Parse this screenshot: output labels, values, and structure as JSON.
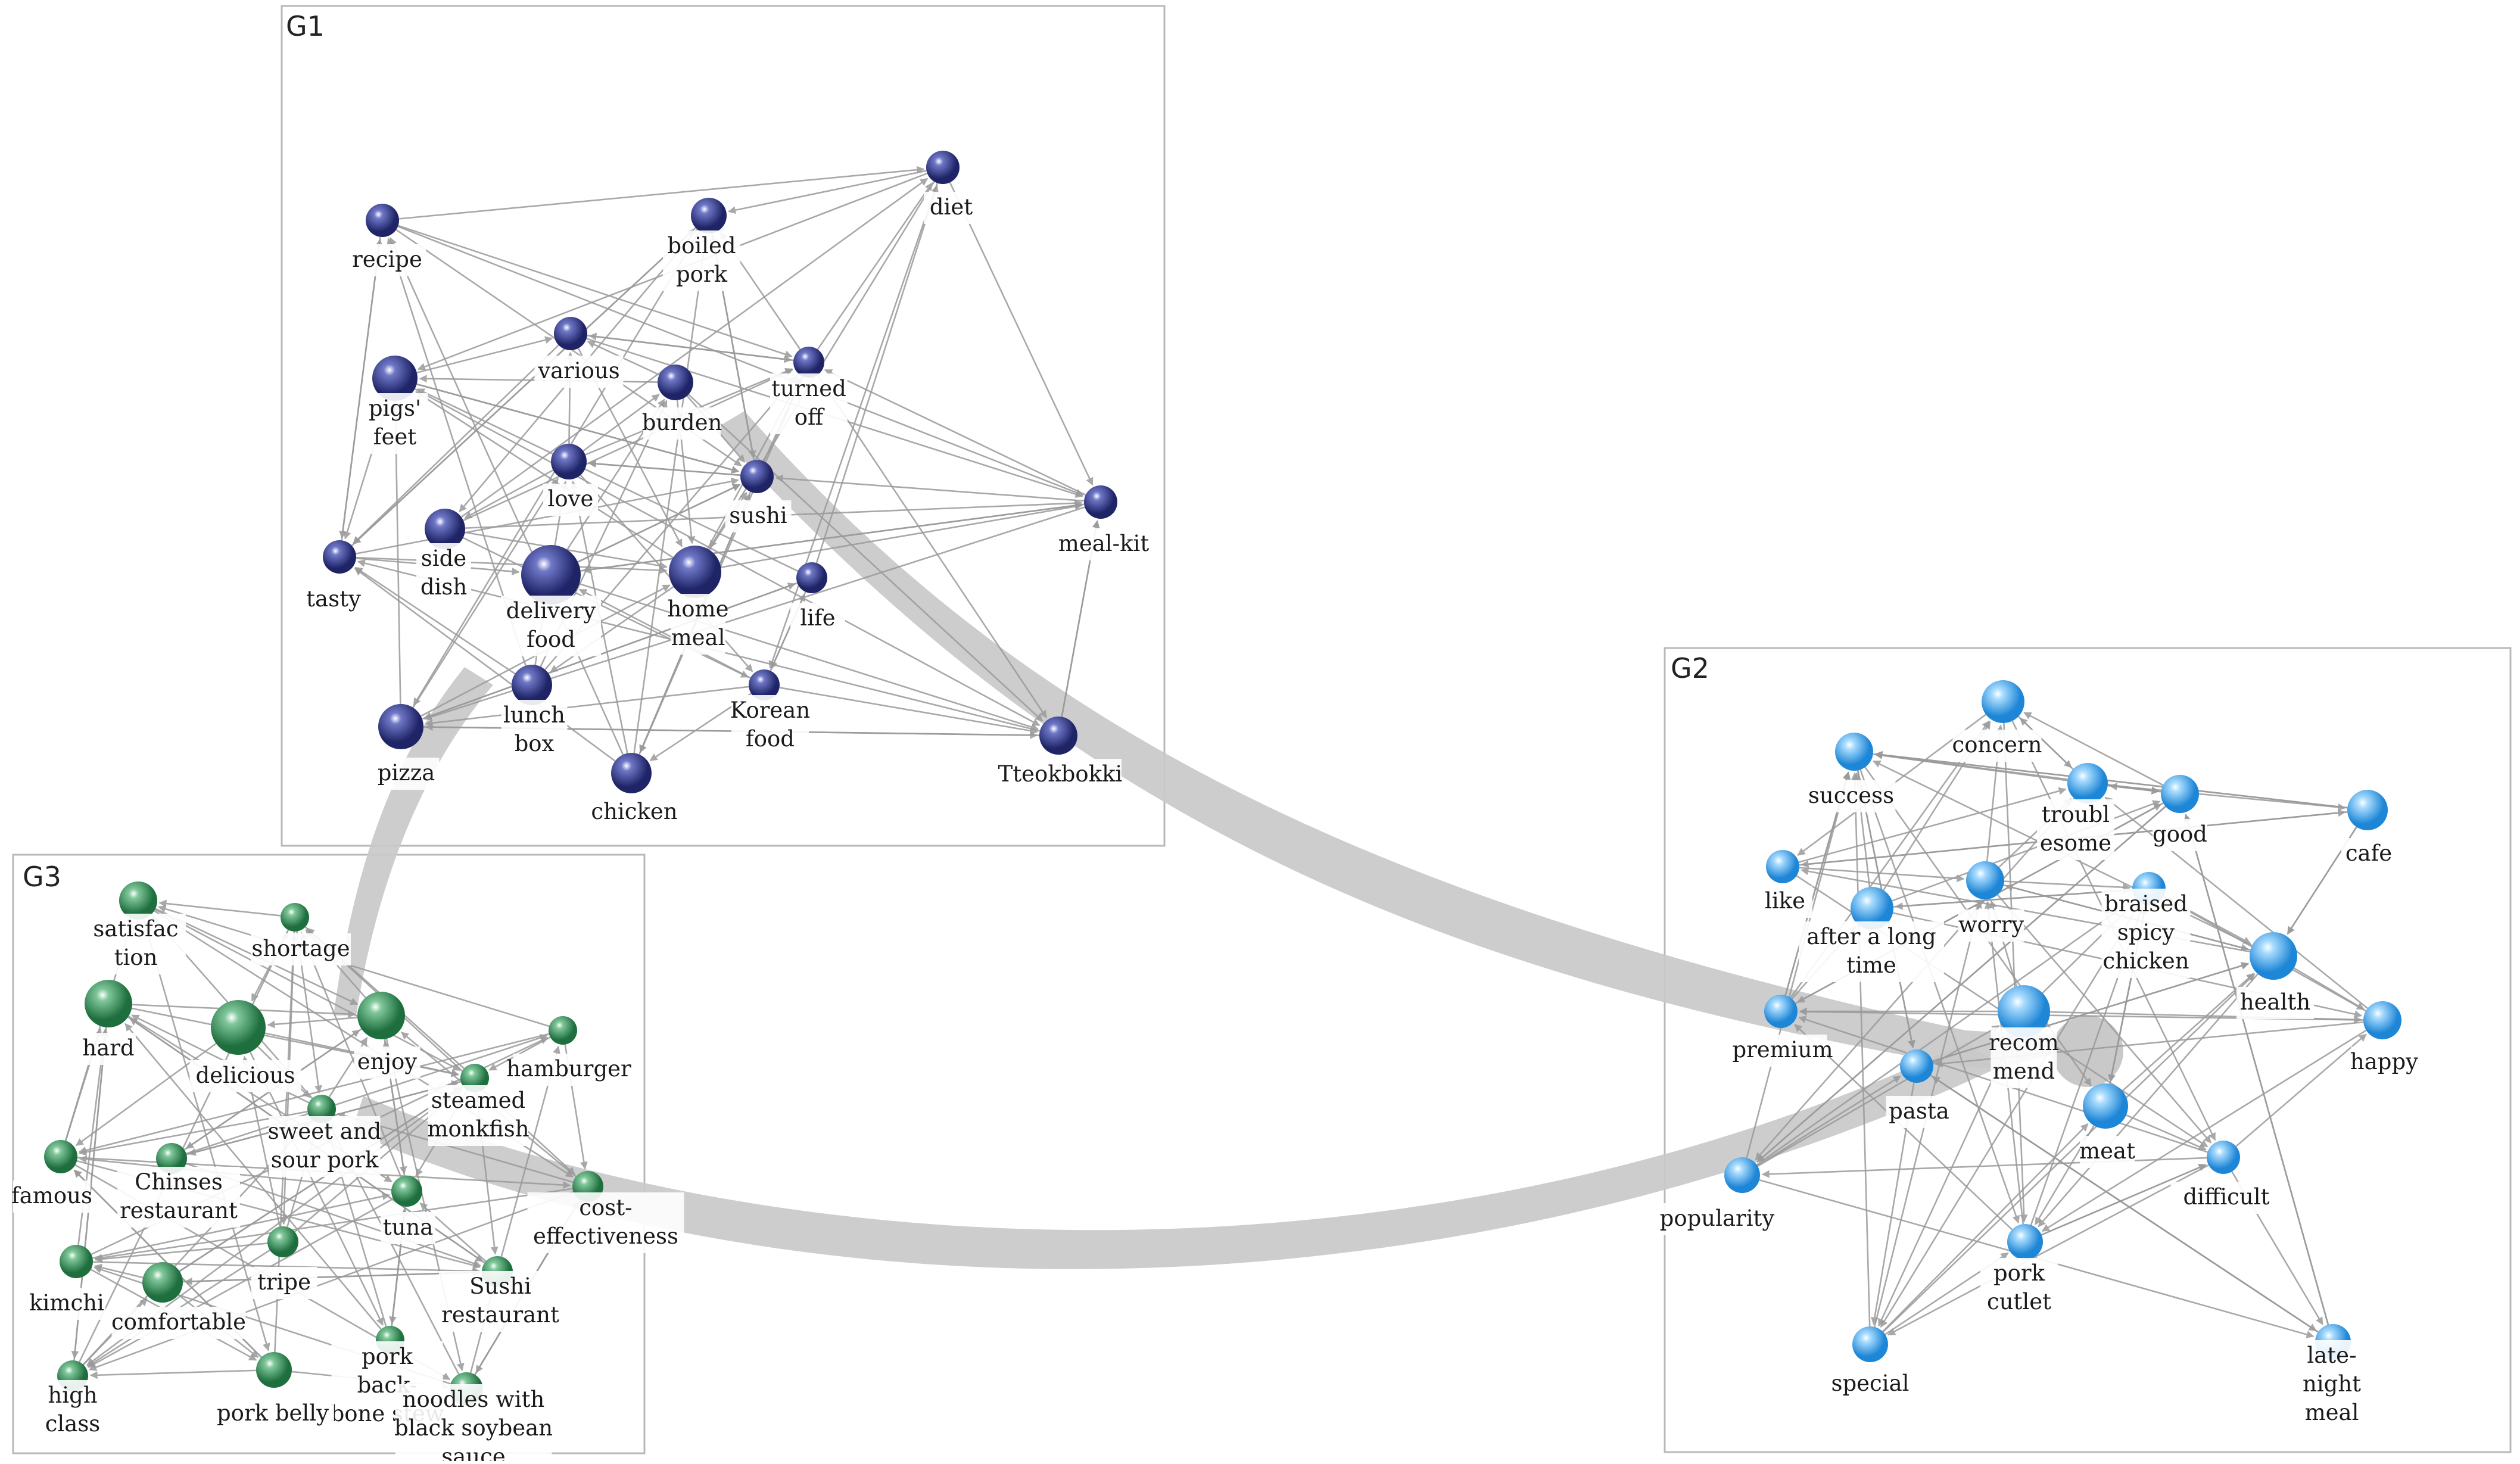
{
  "groups": [
    {
      "id": "G1",
      "label": "G1",
      "color": "#1f2466",
      "light": "#6f78c8"
    },
    {
      "id": "G2",
      "label": "G2",
      "color": "#1e86d6",
      "light": "#a9dcff"
    },
    {
      "id": "G3",
      "label": "G3",
      "color": "#1e6e3e",
      "light": "#7fc79a"
    }
  ],
  "nodes": [
    {
      "id": "recipe",
      "group": "G1",
      "label": [
        "recipe"
      ]
    },
    {
      "id": "boiled_pork",
      "group": "G1",
      "label": [
        "boiled",
        "pork"
      ]
    },
    {
      "id": "diet",
      "group": "G1",
      "label": [
        "diet"
      ]
    },
    {
      "id": "various",
      "group": "G1",
      "label": [
        "various"
      ]
    },
    {
      "id": "turned_off",
      "group": "G1",
      "label": [
        "turned",
        "off"
      ]
    },
    {
      "id": "pigs_feet",
      "group": "G1",
      "label": [
        "pigs'",
        "feet"
      ]
    },
    {
      "id": "burden",
      "group": "G1",
      "label": [
        "burden"
      ]
    },
    {
      "id": "love",
      "group": "G1",
      "label": [
        "love"
      ]
    },
    {
      "id": "sushi",
      "group": "G1",
      "label": [
        "sushi"
      ]
    },
    {
      "id": "meal_kit",
      "group": "G1",
      "label": [
        "meal-kit"
      ]
    },
    {
      "id": "side_dish",
      "group": "G1",
      "label": [
        "side",
        "dish"
      ]
    },
    {
      "id": "tasty",
      "group": "G1",
      "label": [
        "tasty"
      ]
    },
    {
      "id": "delivery_food",
      "group": "G1",
      "label": [
        "delivery",
        "food"
      ]
    },
    {
      "id": "home_meal",
      "group": "G1",
      "label": [
        "home",
        "meal"
      ]
    },
    {
      "id": "life",
      "group": "G1",
      "label": [
        "life"
      ]
    },
    {
      "id": "korean_food",
      "group": "G1",
      "label": [
        "Korean",
        "food"
      ]
    },
    {
      "id": "lunch_box",
      "group": "G1",
      "label": [
        "lunch",
        "box"
      ]
    },
    {
      "id": "pizza",
      "group": "G1",
      "label": [
        "pizza"
      ]
    },
    {
      "id": "chicken",
      "group": "G1",
      "label": [
        "chicken"
      ]
    },
    {
      "id": "tteokbokki",
      "group": "G1",
      "label": [
        "Tteokbokki"
      ]
    },
    {
      "id": "concern",
      "group": "G2",
      "label": [
        "concern"
      ]
    },
    {
      "id": "success",
      "group": "G2",
      "label": [
        "success"
      ]
    },
    {
      "id": "troublesome",
      "group": "G2",
      "label": [
        "troubl",
        "esome"
      ]
    },
    {
      "id": "good",
      "group": "G2",
      "label": [
        "good"
      ]
    },
    {
      "id": "cafe",
      "group": "G2",
      "label": [
        "cafe"
      ]
    },
    {
      "id": "like",
      "group": "G2",
      "label": [
        "like"
      ]
    },
    {
      "id": "after_long_time",
      "group": "G2",
      "label": [
        "after a long",
        "time"
      ]
    },
    {
      "id": "worry",
      "group": "G2",
      "label": [
        "worry"
      ]
    },
    {
      "id": "braised_chicken",
      "group": "G2",
      "label": [
        "braised",
        "spicy",
        "chicken"
      ]
    },
    {
      "id": "health",
      "group": "G2",
      "label": [
        "health"
      ]
    },
    {
      "id": "premium",
      "group": "G2",
      "label": [
        "premium"
      ]
    },
    {
      "id": "recommend",
      "group": "G2",
      "label": [
        "recom",
        "mend"
      ]
    },
    {
      "id": "happy",
      "group": "G2",
      "label": [
        "happy"
      ]
    },
    {
      "id": "pasta",
      "group": "G2",
      "label": [
        "pasta"
      ]
    },
    {
      "id": "meat",
      "group": "G2",
      "label": [
        "meat"
      ]
    },
    {
      "id": "difficult",
      "group": "G2",
      "label": [
        "difficult"
      ]
    },
    {
      "id": "popularity",
      "group": "G2",
      "label": [
        "popularity"
      ]
    },
    {
      "id": "pork_cutlet",
      "group": "G2",
      "label": [
        "pork",
        "cutlet"
      ]
    },
    {
      "id": "special",
      "group": "G2",
      "label": [
        "special"
      ]
    },
    {
      "id": "late_night_meal",
      "group": "G2",
      "label": [
        "late-",
        "night",
        "meal"
      ]
    },
    {
      "id": "satisfaction",
      "group": "G3",
      "label": [
        "satisfac",
        "tion"
      ]
    },
    {
      "id": "shortage",
      "group": "G3",
      "label": [
        "shortage"
      ]
    },
    {
      "id": "hard",
      "group": "G3",
      "label": [
        "hard"
      ]
    },
    {
      "id": "delicious",
      "group": "G3",
      "label": [
        "delicious"
      ]
    },
    {
      "id": "enjoy",
      "group": "G3",
      "label": [
        "enjoy"
      ]
    },
    {
      "id": "hamburger",
      "group": "G3",
      "label": [
        "hamburger"
      ]
    },
    {
      "id": "steamed_monkfish",
      "group": "G3",
      "label": [
        "steamed",
        "monkfish"
      ]
    },
    {
      "id": "sweet_sour_pork",
      "group": "G3",
      "label": [
        "sweet and",
        "sour pork"
      ]
    },
    {
      "id": "famous",
      "group": "G3",
      "label": [
        "famous"
      ]
    },
    {
      "id": "chinese_restaurant",
      "group": "G3",
      "label": [
        "Chinses",
        "restaurant"
      ]
    },
    {
      "id": "cost_effectiveness",
      "group": "G3",
      "label": [
        "cost-",
        "effectiveness"
      ]
    },
    {
      "id": "tuna",
      "group": "G3",
      "label": [
        "tuna"
      ]
    },
    {
      "id": "kimchi",
      "group": "G3",
      "label": [
        "kimchi"
      ]
    },
    {
      "id": "tripe",
      "group": "G3",
      "label": [
        "tripe"
      ]
    },
    {
      "id": "sushi_restaurant",
      "group": "G3",
      "label": [
        "Sushi",
        "restaurant"
      ]
    },
    {
      "id": "comfortable",
      "group": "G3",
      "label": [
        "comfortable"
      ]
    },
    {
      "id": "pork_back_bone_stew",
      "group": "G3",
      "label": [
        "pork",
        "back-",
        "bone stew"
      ]
    },
    {
      "id": "noodles_black_soybean",
      "group": "G3",
      "label": [
        "noodles with",
        "black soybean",
        "sauce"
      ]
    },
    {
      "id": "high_class",
      "group": "G3",
      "label": [
        "high",
        "class"
      ]
    },
    {
      "id": "pork_belly",
      "group": "G3",
      "label": [
        "pork belly"
      ]
    }
  ],
  "inter_group_links": [
    {
      "from": "G1",
      "to": "G2"
    },
    {
      "from": "G1",
      "to": "G3"
    },
    {
      "from": "G3",
      "to": "G2"
    }
  ],
  "edge_color": "#9a9a9a",
  "bundle_color": "#c9c9c9"
}
